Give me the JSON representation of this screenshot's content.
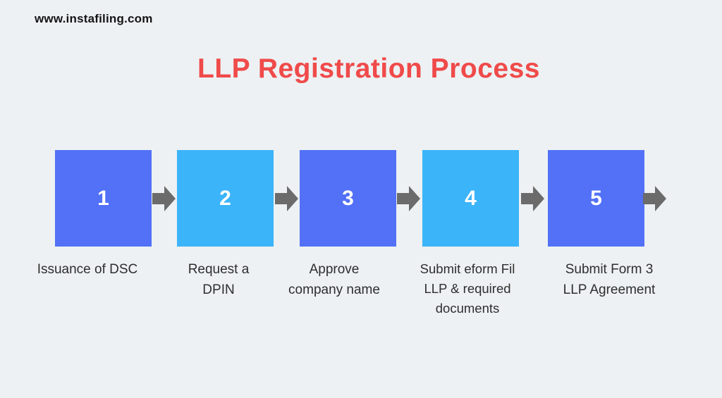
{
  "watermark": "www.instafiling.com",
  "title": "LLP Registration Process",
  "colors": {
    "background": "#edf1f3",
    "box_blue": "#5271f7",
    "box_light_blue": "#3bb4f9",
    "arrow_gray": "#6b6b6b",
    "title_red": "#f04a4a",
    "label_text": "#2e2e2e",
    "number_white": "#ffffff"
  },
  "steps": [
    {
      "number": "1",
      "color": "blue",
      "label": "Issuance of DSC"
    },
    {
      "number": "2",
      "color": "light_blue",
      "label": "Request a\nDPIN"
    },
    {
      "number": "3",
      "color": "blue",
      "label": "Approve\ncompany name"
    },
    {
      "number": "4",
      "color": "light_blue",
      "label": "Submit eform Fil\nLLP & required\ndocuments"
    },
    {
      "number": "5",
      "color": "blue",
      "label": "Submit Form 3\nLLP Agreement"
    }
  ]
}
